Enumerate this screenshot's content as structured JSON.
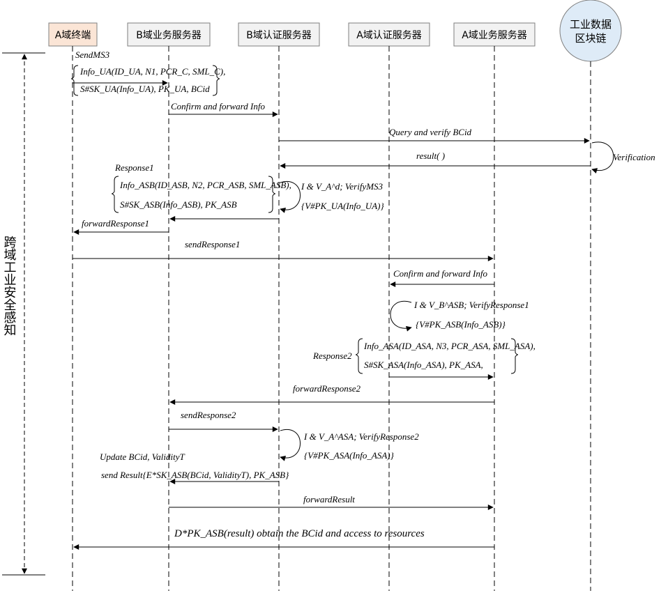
{
  "participants": [
    {
      "id": "p1",
      "label": "A域终端"
    },
    {
      "id": "p2",
      "label": "B域业务服务器"
    },
    {
      "id": "p3",
      "label": "B域认证服务器"
    },
    {
      "id": "p4",
      "label": "A域认证服务器"
    },
    {
      "id": "p5",
      "label": "A域业务服务器"
    },
    {
      "id": "p6",
      "label_line1": "工业数据",
      "label_line2": "区块链"
    }
  ],
  "phase_label": "跨域工业安全感知",
  "messages": {
    "m1": "SendMS3",
    "m1_l1": "Info_UA(ID_UA, N1, PCR_C, SML_C),",
    "m1_l2": "S#SK_UA(Info_UA), PK_UA, BCid",
    "m2": "Confirm and forward Info",
    "m3": "Query and verify BCid",
    "m4": "result( )",
    "m4_self": "Verification",
    "m5": "Response1",
    "m5_l1": "Info_ASB(ID_ASB, N2, PCR_ASB, SML_ASB),",
    "m5_l2": "S#SK_ASB(Info_ASB), PK_ASB",
    "m5_self1": "I & V_A^d; VerifyMS3",
    "m5_self2": "{V#PK_UA(Info_UA)}",
    "m6": "forwardResponse1",
    "m7": "sendResponse1",
    "m8": "Confirm and forward Info",
    "m8_self1": "I & V_B^ASB; VerifyResponse1",
    "m8_self2": "{V#PK_ASB(Info_ASB)}",
    "m9": "Response2",
    "m9_l1": "Info_ASA(ID_ASA, N3, PCR_ASA, SML_ASA),",
    "m9_l2": "S#SK_ASA(Info_ASA), PK_ASA,",
    "m10": "forwardResponse2",
    "m11": "sendResponse2",
    "m11_self1": "I & V_A^ASA; VerifyResponse2",
    "m11_self2": "{V#PK_ASA(Info_ASA)}",
    "m12_a": "Update BCid, ValidityT",
    "m12_b": "send Result{E*SK_ASB(BCid, ValidityT), PK_ASB}",
    "m13": "forwardResult",
    "m14": "D*PK_ASB(result) obtain the BCid and access to resources"
  }
}
